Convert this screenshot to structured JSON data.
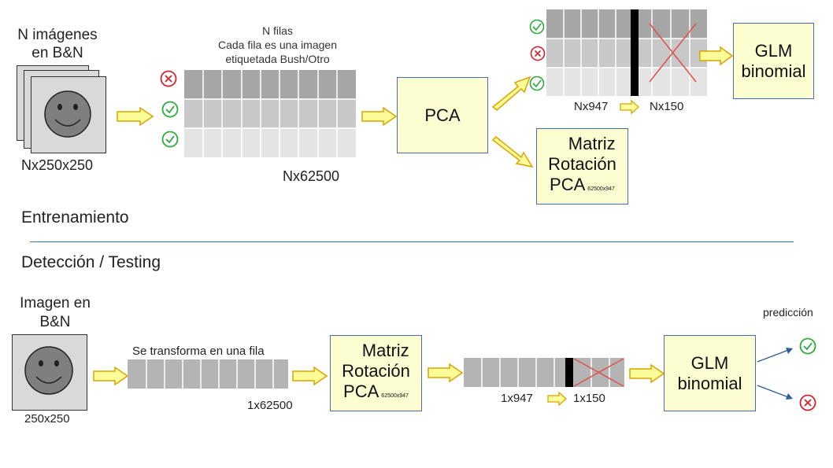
{
  "training": {
    "images_label": "N imágenes\nen B&N",
    "images_dims": "Nx250x250",
    "rows_label": "N filas\nCada fila es una imagen\netiquetada Bush/Otro",
    "matrix_dims": "Nx62500",
    "pca_label": "PCA",
    "rotation_label_main": "Matriz\nRotación\nPCA",
    "rotation_label_sub": "62500x947",
    "reduced_dims_left": "Nx947",
    "reduced_dims_right": "Nx150",
    "glm_label": "GLM\nbinomial",
    "row_labels": [
      "cross",
      "check",
      "check"
    ],
    "section_title": "Entrenamiento"
  },
  "testing": {
    "section_title": "Detección / Testing",
    "image_label": "Imagen en\nB&N",
    "image_dims": "250x250",
    "transform_label": "Se transforma en una fila",
    "row_dims": "1x62500",
    "rotation_label_main": "Matriz\nRotación\nPCA",
    "rotation_label_sub": "62500x947",
    "reduced_dims_left": "1x947",
    "reduced_dims_right": "1x150",
    "glm_label": "GLM\nbinomial",
    "prediction_label": "predicción"
  },
  "colors": {
    "box_fill": "#fdfdd2",
    "box_border": "#4a6fa5",
    "arrow_fill": "#fcfc99",
    "arrow_border": "#d9a400",
    "check": "#2eaa3c",
    "cross": "#d2232a",
    "divider": "#4a6fa5"
  }
}
